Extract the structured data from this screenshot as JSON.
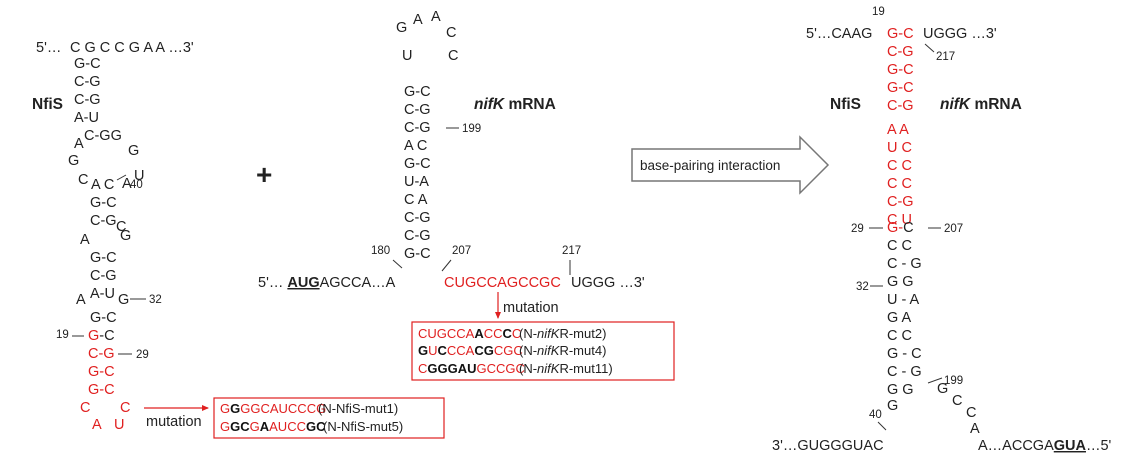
{
  "colors": {
    "highlight": "#e02020",
    "text": "#222222",
    "arrow_fill": "#ffffff",
    "arrow_stroke": "#777777"
  },
  "nfis": {
    "label": "NfiS",
    "top_5": "5'…",
    "top_3": "C G C C G A A …3'",
    "pos_40": "40",
    "pos_32": "32",
    "pos_19": "19",
    "pos_29": "29",
    "mutation_label": "mutation",
    "mut1": {
      "seq": "GGGGCAUCCCG",
      "name": "(N-NfiS-mut1)"
    },
    "mut5": {
      "seq": "GGCGAAUCCGC",
      "name": "(N-NfiS-mut5)"
    }
  },
  "plus": "+",
  "nifk": {
    "label_italic": "nifK",
    "label_rest": " mRNA",
    "pos_199": "199",
    "pos_180": "180",
    "pos_207": "207",
    "pos_217": "217",
    "prefix": "5'…",
    "start_codon": "AUG",
    "mid": "AGCCA…A",
    "red_seq": "CUGCCAGCCGC",
    "tail": "UGGG …3'",
    "mutation_label": "mutation",
    "mut2": {
      "seq": "CUGCCAACCCC",
      "name_pre": "(N-",
      "name_it": "nifK",
      "name_post": "R-mut2)"
    },
    "mut4": {
      "seq": "GUCCCACGCGC",
      "name_pre": "(N-",
      "name_it": "nifK",
      "name_post": "R-mut4)"
    },
    "mut11": {
      "seq": "CGGGAUGCCGC",
      "name_pre": "(N-",
      "name_it": "nifK",
      "name_post": "R-mut11)"
    }
  },
  "interaction": {
    "arrow_label": "base-pairing interaction",
    "nfis_label": "NfiS",
    "nifk_label_italic": "nifK",
    "nifk_label_rest": " mRNA",
    "top_left": "5'…CAAG",
    "top_right": "UGGG …3'",
    "pos_19": "19",
    "pos_217": "217",
    "pos_29": "29",
    "pos_207": "207",
    "pos_32": "32",
    "pos_199": "199",
    "pos_40": "40",
    "bottom_left_pre": "3'…GUGGGUA",
    "bottom_left_end": "C",
    "bottom_right_pre": "A…ACCGA",
    "bottom_right_codon": "GUA",
    "bottom_right_post": "…5'"
  }
}
